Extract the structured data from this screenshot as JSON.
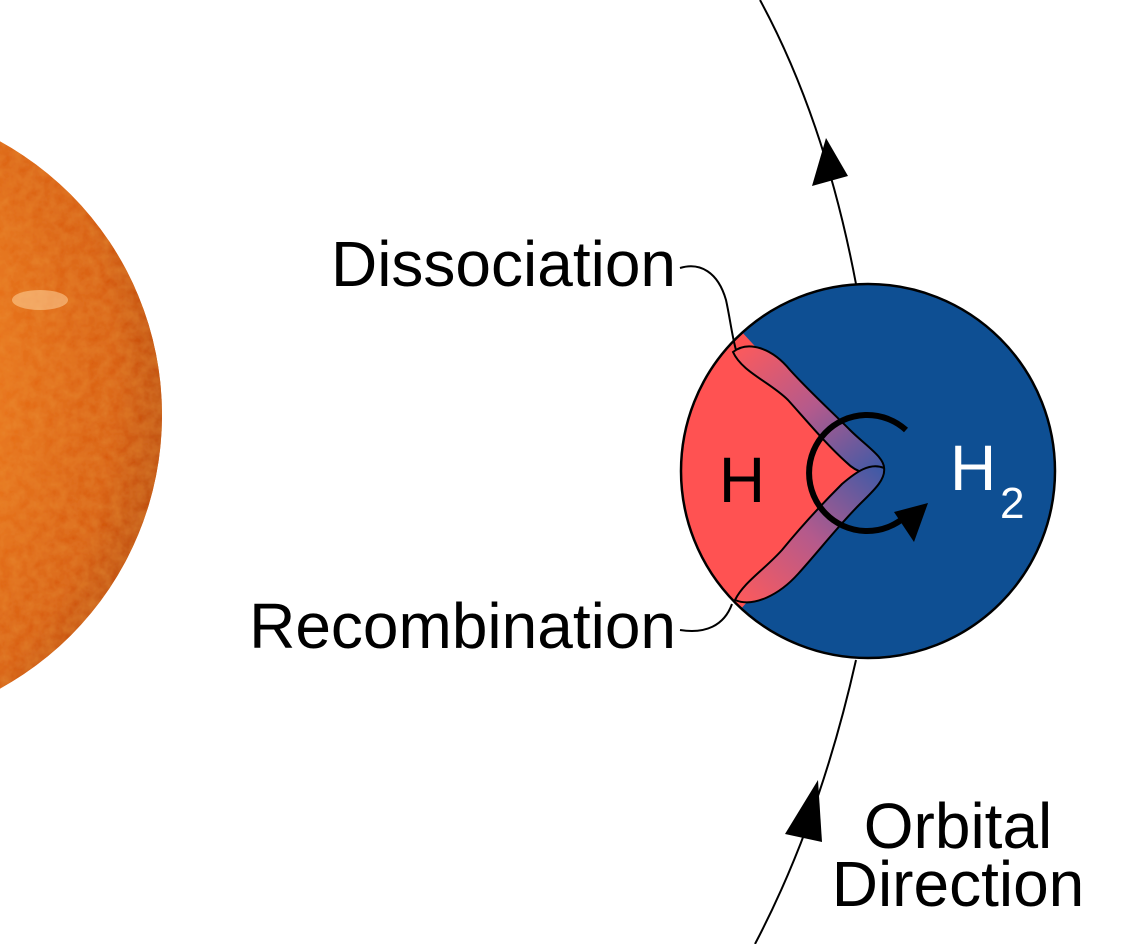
{
  "labels": {
    "dissociation": "Dissociation",
    "recombination": "Recombination",
    "dayside_species": "H",
    "nightside_species": "H",
    "nightside_subscript": "2",
    "orbital_line1": "Orbital",
    "orbital_line2": "Direction"
  },
  "colors": {
    "dayside": "#ff5252",
    "nightside": "#0e4f93",
    "star_core": "#f07a1a",
    "star_edge": "#c84608",
    "outline": "#000000"
  },
  "icons": {
    "star": "star-icon",
    "rotation": "rotation-arrow-icon",
    "orbit_arrow": "arrowhead-icon"
  }
}
